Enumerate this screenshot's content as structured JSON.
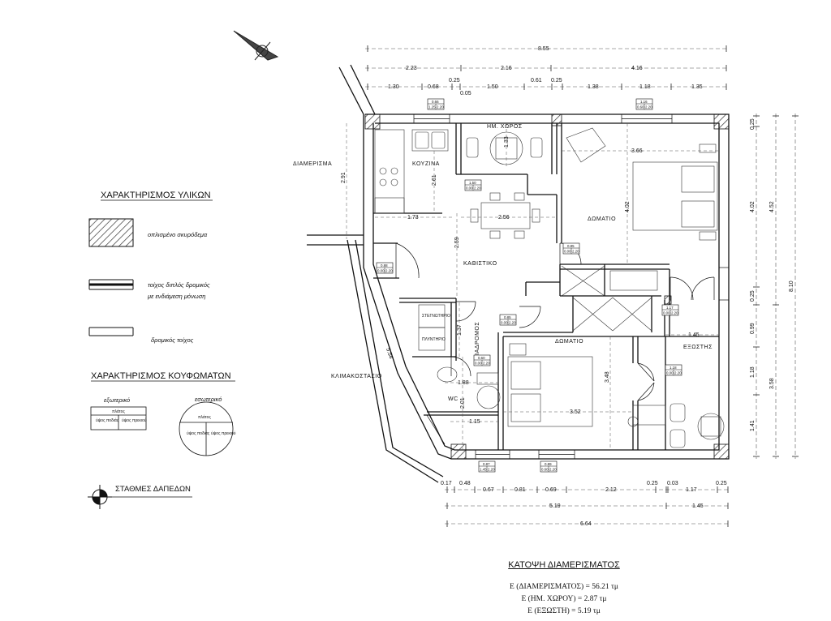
{
  "labels": {
    "apartment_side": "ΔΙΑΜΕΡΙΣΜΑ",
    "stairwell": "ΚΛΙΜΑΚΟΣΤΑΣΙΟ",
    "kitchen": "ΚΟΥΖΙΝΑ",
    "semi_open": "ΗΜ. ΧΩΡΟΣ",
    "bedroom1": "ΔΩΜΑΤΙΟ",
    "bedroom2": "ΔΩΜΑΤΙΟ",
    "living": "ΚΑΘΙΣΤΙΚΟ",
    "corridor": "ΔΙΑΔΡΟΜΟΣ",
    "wc": "WC",
    "balcony": "ΕΞΩΣΤΗΣ",
    "washer": "ΠΛΥΝΤΗΡΙΟ",
    "dryer": "ΣΤΕΓΝΩΤΗΡΙΟ"
  },
  "legend": {
    "materials_title": "ΧΑΡΑΚΤΗΡΙΣΜΟΣ ΥΛΙΚΩΝ",
    "concrete": "οπλισμένο σκυρόδεμα",
    "double_wall_1": "τοίχος διπλός δρομικός",
    "double_wall_2": "με ενδιάμεση μόνωση",
    "single_wall": "δρομικός τοίχος",
    "openings_title": "ΧΑΡΑΚΤΗΡΙΣΜΟΣ ΚΟΥΦΩΜΑΤΩΝ",
    "exterior": "εξωτερικό",
    "interior": "εσωτερικό",
    "width": "πλάτος",
    "sill": "ύψος ποδιάς",
    "lintel": "ύψος πρεκιού",
    "levels": "ΣΤΑΘΜΕΣ ΔΑΠΕΔΩΝ"
  },
  "dimensions": {
    "top_total": "8.55",
    "top_mid": [
      "2.23",
      "2.16",
      "4.16"
    ],
    "top_detail": [
      "1.30",
      "0.68",
      "1.50",
      "1.38",
      "1.18",
      "1.35"
    ],
    "top_small_a": [
      "0.25",
      "0.61",
      "0.25"
    ],
    "top_small_b": "0.05",
    "right_outer": "8.10",
    "right_mid": [
      "4.52",
      "3.58"
    ],
    "right_inner": [
      "0.25",
      "4.02",
      "0.25",
      "0.99",
      "1.18",
      "1.41"
    ],
    "bottom_detail": [
      "0.17",
      "0.48",
      "0.67",
      "0.81",
      "0.69",
      "2.12",
      "0.25",
      "0.03",
      "1.17",
      "0.25"
    ],
    "bottom_mid": [
      "5.19",
      "1.45"
    ],
    "bottom_total": "6.64",
    "interior": {
      "kitchen_height": "2.91",
      "kitchen_width": "1.73",
      "kitchen_depth": "2.61",
      "semi_open_height": "1.33",
      "living_width": "2.56",
      "living_height": "2.59",
      "bedroom1_width": "3.66",
      "bedroom1_height": "4.02",
      "corridor_len": "1.37",
      "wc_width": "1.88",
      "wc_height": "2.01",
      "wc_small": "1.15",
      "bedroom2_width": "3.52",
      "bedroom2_height": "3.48",
      "balcony_width": "1.45",
      "stair_diag": "5.54"
    }
  },
  "openings": [
    {
      "name": "window-kitchen",
      "w": "0.66",
      "s": "1.25",
      "l": "2.20"
    },
    {
      "name": "window-bedroom1",
      "w": "1.16",
      "s": "0.60",
      "l": "2.20"
    },
    {
      "name": "door-semi-open",
      "w": "1.50",
      "s": "0.00",
      "l": "2.20"
    },
    {
      "name": "door-bedroom1",
      "w": "0.85",
      "s": "0.00",
      "l": "2.20"
    },
    {
      "name": "door-entrance",
      "w": "0.88",
      "s": "0.00",
      "l": "2.20"
    },
    {
      "name": "door-balcony",
      "w": "1.17",
      "s": "0.00",
      "l": "2.20"
    },
    {
      "name": "door-corridor",
      "w": "0.85",
      "s": "0.00",
      "l": "2.20"
    },
    {
      "name": "door-wc",
      "w": "0.60",
      "s": "0.00",
      "l": "2.20"
    },
    {
      "name": "door-balcony2",
      "w": "1.18",
      "s": "0.00",
      "l": "2.20"
    },
    {
      "name": "window-wc",
      "w": "0.87",
      "s": "1.45",
      "l": "2.20"
    },
    {
      "name": "window-bedroom2",
      "w": "0.89",
      "s": "0.60",
      "l": "2.20"
    }
  ],
  "summary": {
    "title": "ΚΑΤΟΨΗ ΔΙΑΜΕΡΙΣΜΑΤΟΣ",
    "line1": "Ε (ΔΙΑΜΕΡΙΣΜΑΤΟΣ) = 56.21 τμ",
    "line2": "Ε (ΗΜ. ΧΩΡΟΥ) = 2.87 τμ",
    "line3": "Ε (ΕΞΩΣΤΗ) = 5.19 τμ"
  },
  "colors": {
    "ink": "#111111",
    "hatch": "#333333"
  }
}
